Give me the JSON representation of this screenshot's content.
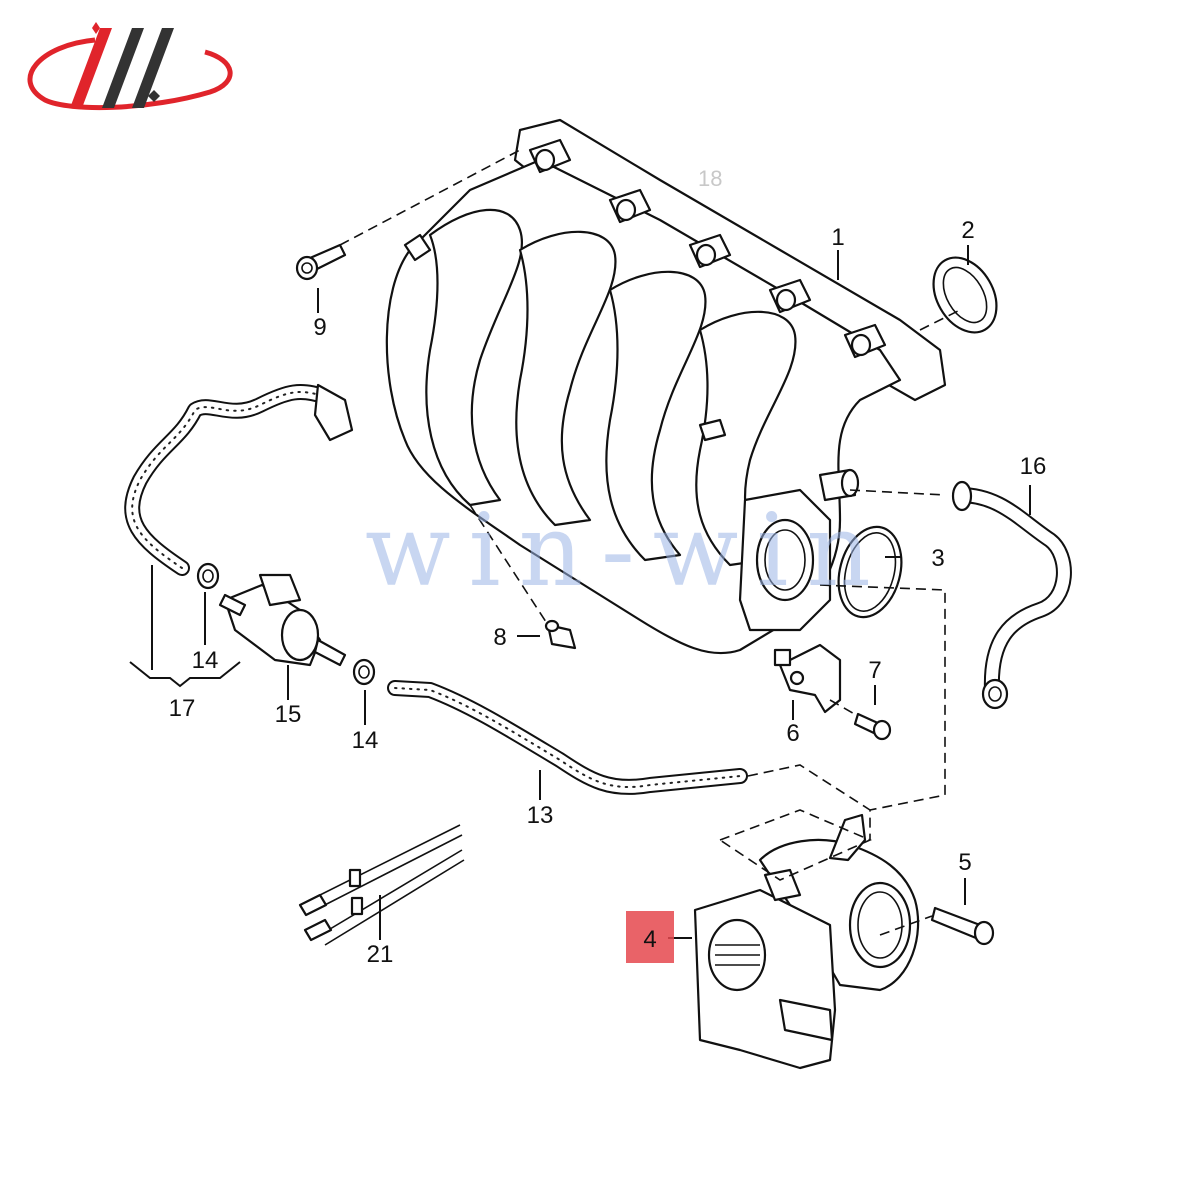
{
  "watermark": "win-win",
  "ghost_label": "18",
  "brand": {
    "logo_text": "",
    "accent_color": "#e0242b"
  },
  "callouts": {
    "c1": "1",
    "c2": "2",
    "c3": "3",
    "c4": "4",
    "c5": "5",
    "c6": "6",
    "c7": "7",
    "c8": "8",
    "c9": "9",
    "c13": "13",
    "c14a": "14",
    "c14b": "14",
    "c15": "15",
    "c16": "16",
    "c17": "17",
    "c21": "21"
  },
  "highlight": {
    "label": "4",
    "color": "#e5484d"
  }
}
